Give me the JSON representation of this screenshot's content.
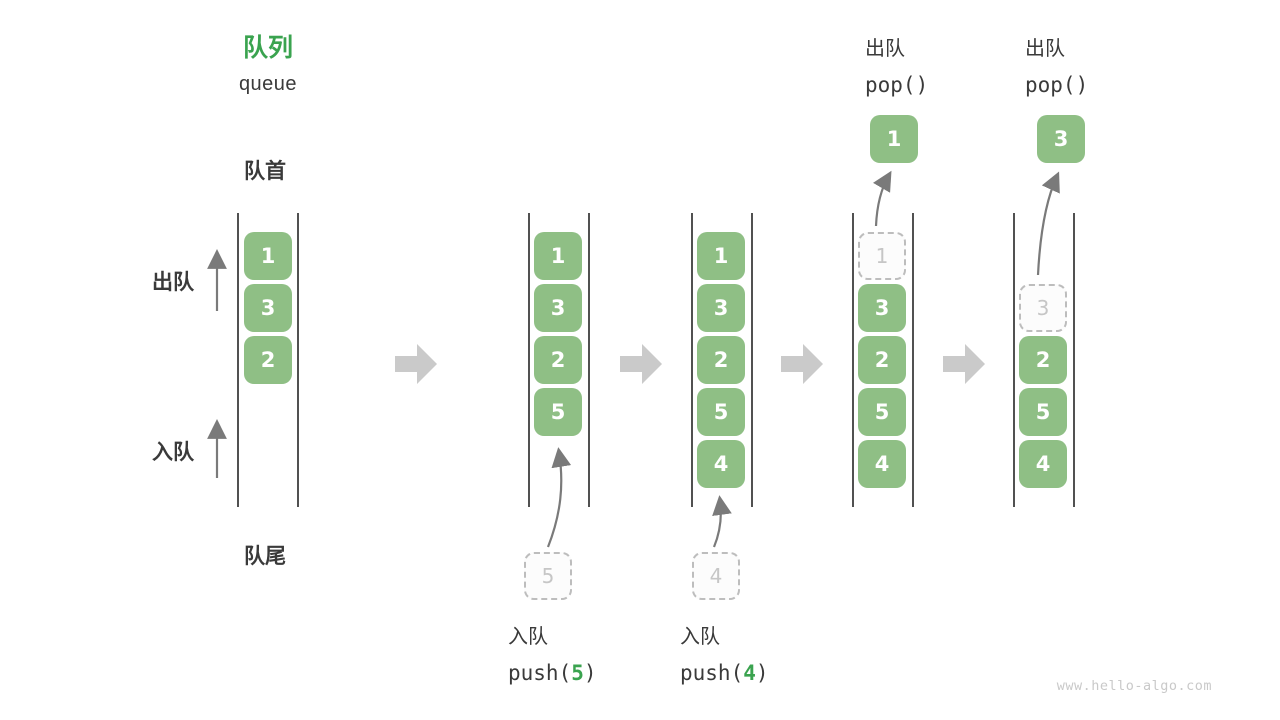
{
  "header": {
    "title_zh": "队列",
    "title_en": "queue"
  },
  "labels": {
    "front": "队首",
    "rear": "队尾",
    "dequeue": "出队",
    "enqueue": "入队"
  },
  "colors": {
    "box_green": "#8FBF85",
    "accent_green": "#3AA34F",
    "text_dark": "#3A3A3A",
    "wall": "#515151",
    "arrow_thin": "#7A7A7A",
    "arrow_block": "#CACACA",
    "ghost_border": "#BDBDBD",
    "ghost_text": "#C6C6C6",
    "watermark": "#C9C9C9"
  },
  "states": [
    {
      "boxes": [
        {
          "v": "1"
        },
        {
          "v": "3"
        },
        {
          "v": "2"
        }
      ]
    },
    {
      "boxes": [
        {
          "v": "1"
        },
        {
          "v": "3"
        },
        {
          "v": "2"
        },
        {
          "v": "5"
        }
      ],
      "incoming": {
        "v": "5"
      }
    },
    {
      "boxes": [
        {
          "v": "1"
        },
        {
          "v": "3"
        },
        {
          "v": "2"
        },
        {
          "v": "5"
        },
        {
          "v": "4"
        }
      ],
      "incoming": {
        "v": "4"
      }
    },
    {
      "boxes": [
        {
          "v": "3"
        },
        {
          "v": "2"
        },
        {
          "v": "5"
        },
        {
          "v": "4"
        }
      ],
      "removed": {
        "v": "1"
      },
      "popped": {
        "v": "1"
      }
    },
    {
      "boxes": [
        {
          "v": "2"
        },
        {
          "v": "5"
        },
        {
          "v": "4"
        }
      ],
      "removed": {
        "v": "3"
      },
      "popped": {
        "v": "3"
      }
    }
  ],
  "operations": {
    "push5": {
      "zh": "入队",
      "fn": "push(",
      "arg": "5",
      "close": ")"
    },
    "push4": {
      "zh": "入队",
      "fn": "push(",
      "arg": "4",
      "close": ")"
    },
    "pop1": {
      "zh": "出队",
      "code": "pop()"
    },
    "pop2": {
      "zh": "出队",
      "code": "pop()"
    }
  },
  "watermark": "www.hello-algo.com"
}
